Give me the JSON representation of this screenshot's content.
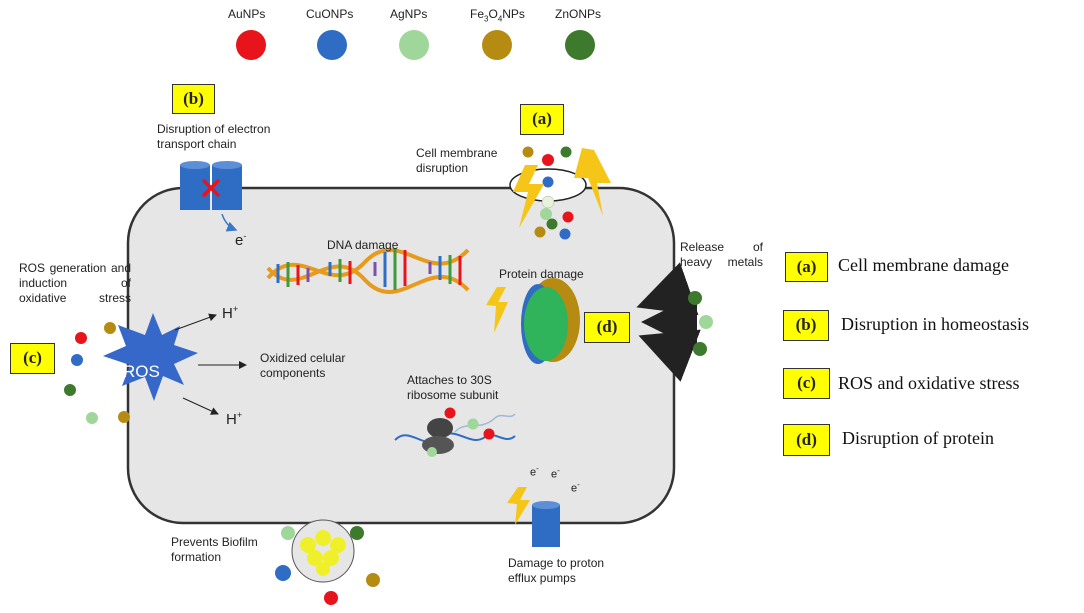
{
  "np_legend": [
    {
      "name": "AuNPs",
      "color": "#e8141b"
    },
    {
      "name": "CuONPs",
      "color": "#2f6cc4"
    },
    {
      "name": "AgNPs",
      "color": "#9fd79a"
    },
    {
      "name": "Fe",
      "color": "#b58b12"
    },
    {
      "name": "ZnONPs",
      "color": "#3d7a2d"
    }
  ],
  "fe_label": {
    "base": "Fe",
    "sub1": "3",
    "mid": "O",
    "sub2": "4",
    "tail": "NPs"
  },
  "tags": {
    "a": "(a)",
    "b": "(b)",
    "c": "(c)",
    "d": "(d)"
  },
  "labels": {
    "electron_chain": "Disruption of electron transport chain",
    "membrane": "Cell membrane disruption",
    "dna": "DNA damage",
    "protein": "Protein damage",
    "heavy_metals": "Release of heavy metals",
    "ros_gen": "ROS generation and induction of oxidative stress",
    "ros": "ROS",
    "oxidized": "Oxidized celular components",
    "ribosome": "Attaches to 30S ribosome subunit",
    "biofilm": "Prevents Biofilm formation",
    "efflux": "Damage to proton efflux pumps",
    "h_plus": "H",
    "plus": "+",
    "e_minus": "e",
    "minus": "-"
  },
  "right_legend": [
    {
      "tag": "(a)",
      "text": "Cell membrane damage"
    },
    {
      "tag": "(b)",
      "text": "Disruption in homeostasis"
    },
    {
      "tag": "(c)",
      "text": "ROS and oxidative stress"
    },
    {
      "tag": "(d)",
      "text": "Disruption of protein"
    }
  ]
}
